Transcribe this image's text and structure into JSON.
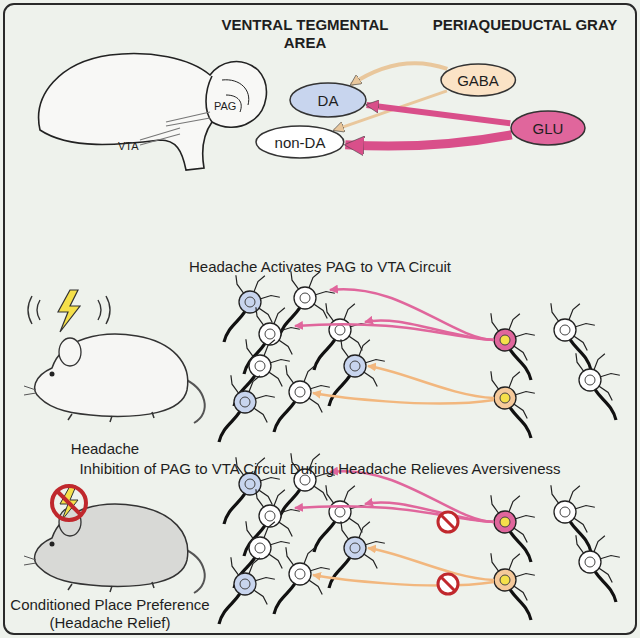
{
  "diagram": {
    "nodes": [
      {
        "text": [
          "DA"
        ]
      },
      {
        "text": [
          "GABA"
        ]
      },
      {
        "text": [
          "GLU"
        ]
      },
      {
        "text": [
          "non-DA"
        ]
      }
    ],
    "edges": [
      {
        "from": 1,
        "to": 0,
        "arrow": "to"
      },
      {
        "from": 1,
        "to": 3,
        "arrow": "to"
      },
      {
        "from": 2,
        "to": 0,
        "arrow": "to"
      },
      {
        "from": 2,
        "to": 3,
        "arrow": "to"
      }
    ],
    "labels": [
      "VENTRAL TEGMENTAL AREA",
      "PERIAQUEDUCTAL GRAY",
      "PAG",
      "VTA",
      "Headache Activates PAG to VTA Circuit",
      "Headache",
      "Inhibition of PAG to VTA Circuit During Headache Relieves Aversiveness",
      "Conditioned Place Preference (Headache Relief)"
    ]
  }
}
